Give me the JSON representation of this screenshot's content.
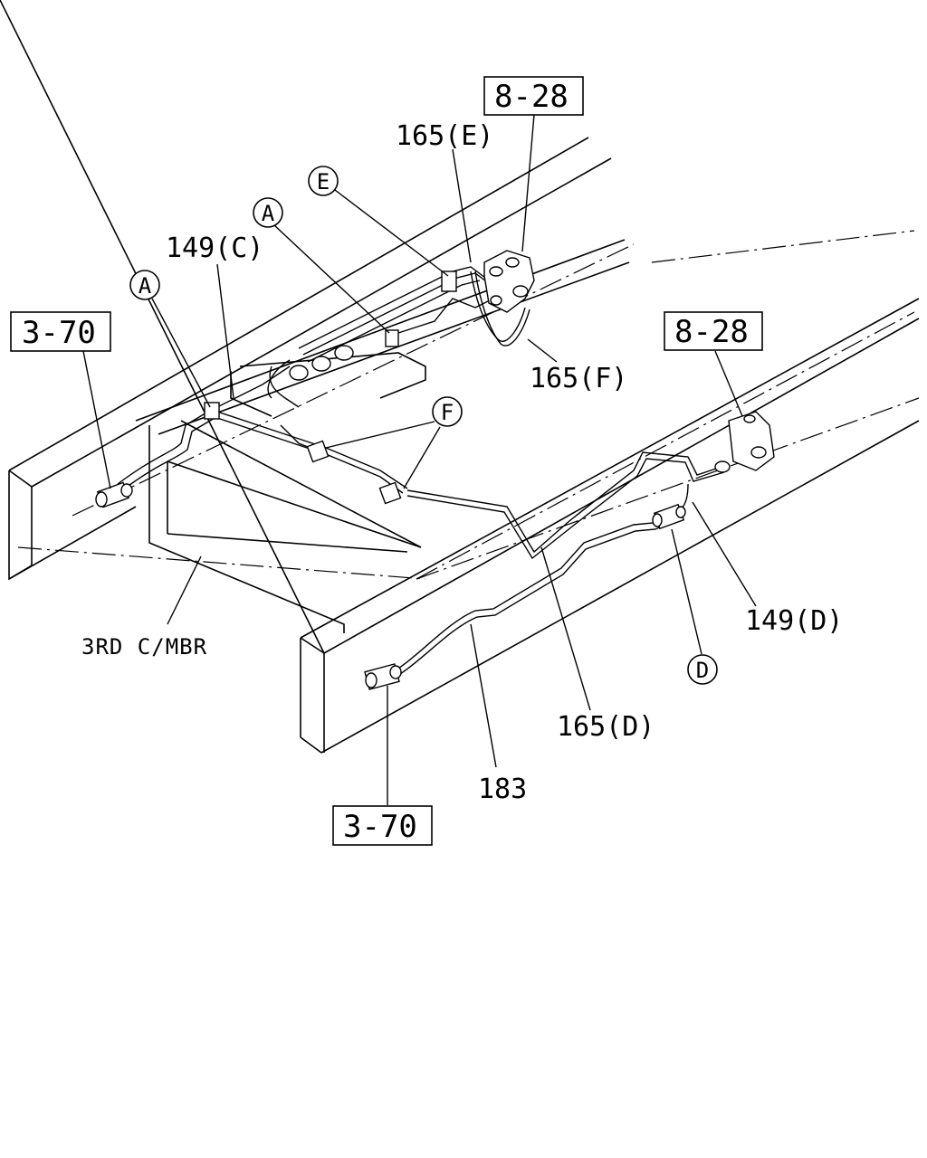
{
  "labels": {
    "ref_8_28_top": "8-28",
    "ref_8_28_right": "8-28",
    "ref_3_70_left": "3-70",
    "ref_3_70_bottom": "3-70",
    "part_165E": "165(E)",
    "part_165F": "165(F)",
    "part_149C": "149(C)",
    "part_149D": "149(D)",
    "part_165D": "165(D)",
    "part_183": "183",
    "crossmember": "3RD C/MBR"
  },
  "callouts": {
    "A_left": "A",
    "A_center": "A",
    "E": "E",
    "F": "F",
    "D": "D"
  }
}
